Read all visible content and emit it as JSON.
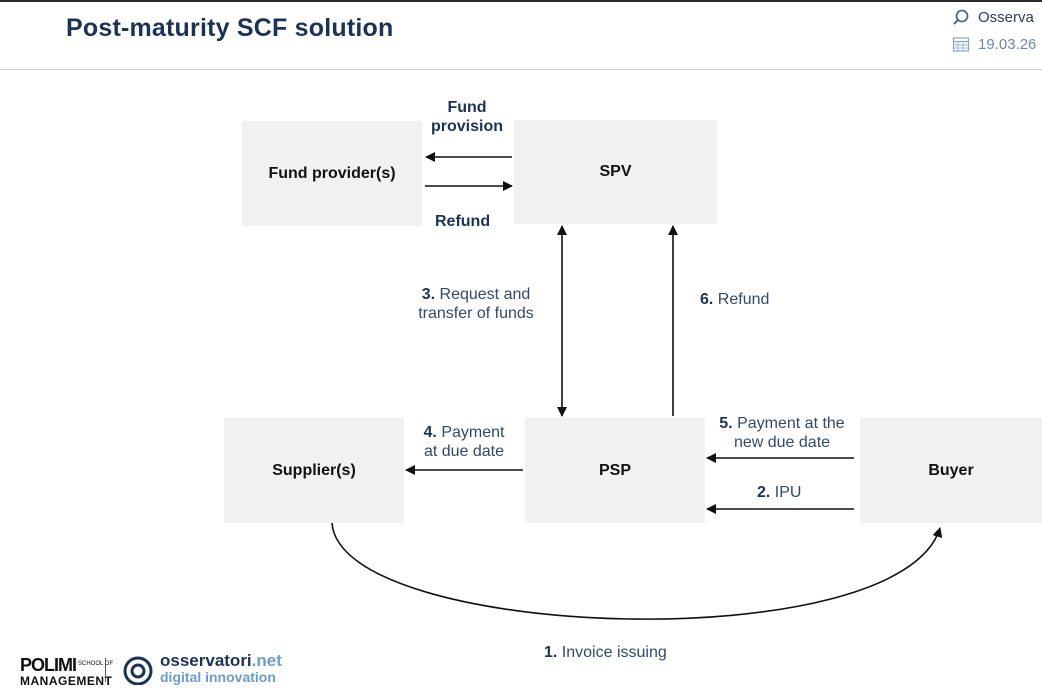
{
  "header": {
    "title": "Post-maturity SCF solution",
    "brand": "Osserva",
    "date": "19.03.26"
  },
  "diagram": {
    "nodes": {
      "fund_provider": "Fund provider(s)",
      "spv": "SPV",
      "supplier": "Supplier(s)",
      "psp": "PSP",
      "buyer": "Buyer"
    },
    "edges": {
      "fund_provision": [
        "Fund",
        "provision"
      ],
      "refund_top": "Refund",
      "step3": {
        "num": "3.",
        "text": [
          "Request and",
          "transfer of funds"
        ]
      },
      "step6": {
        "num": "6.",
        "text": "Refund"
      },
      "step4": {
        "num": "4.",
        "text": [
          "Payment",
          "at due date"
        ]
      },
      "step5": {
        "num": "5.",
        "text": [
          "Payment at the",
          "new due date"
        ]
      },
      "step2": {
        "num": "2.",
        "text": "IPU"
      },
      "step1": {
        "num": "1.",
        "text": "Invoice issuing"
      }
    }
  },
  "footer": {
    "polimi": "POLIMI",
    "polimi_small": [
      "SCHOOL OF",
      "MANAGEMENT"
    ],
    "osservatori": "osservatori",
    "osservatori_net": ".net",
    "osservatori_sub": "digital innovation"
  },
  "icons": [
    "search-icon",
    "calendar-icon",
    "arrow-right-icon"
  ],
  "colors": {
    "title": "#1b3358",
    "label": "#2e4a70",
    "box": "#f1f1f1",
    "accent": "#6a9cd4"
  }
}
